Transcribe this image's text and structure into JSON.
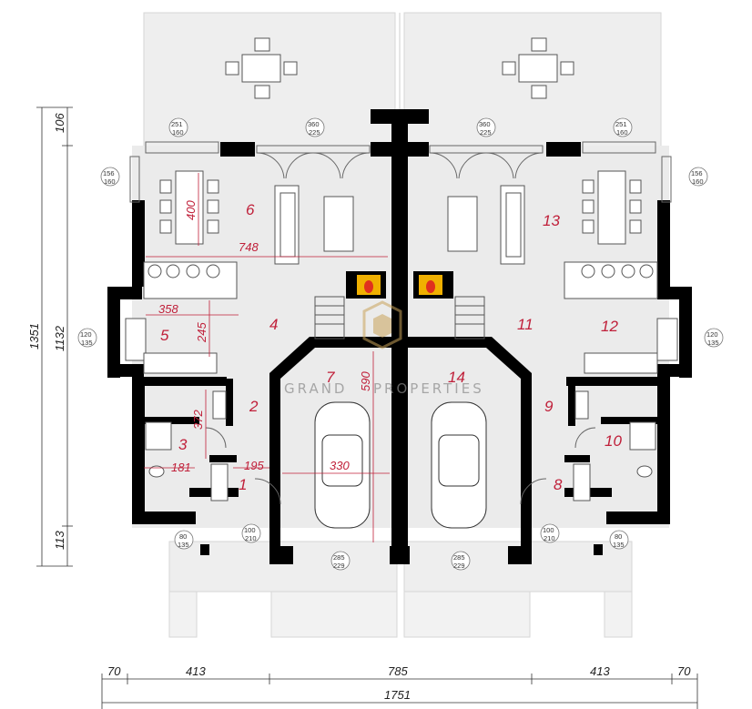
{
  "rooms": {
    "r1": "1",
    "r2": "2",
    "r3": "3",
    "r4": "4",
    "r5": "5",
    "r6": "6",
    "r7": "7",
    "r8": "8",
    "r9": "9",
    "r10": "10",
    "r11": "11",
    "r12": "12",
    "r13": "13",
    "r14": "14"
  },
  "interior_dims": {
    "d400": "400",
    "d748": "748",
    "d358": "358",
    "d245": "245",
    "d372": "372",
    "d181": "181",
    "d195": "195",
    "d330": "330",
    "d590": "590"
  },
  "opening_tags": {
    "t1_w": "251",
    "t1_h": "160",
    "t2_w": "360",
    "t2_h": "225",
    "t3_w": "360",
    "t3_h": "225",
    "t4_w": "251",
    "t4_h": "160",
    "t5_w": "156",
    "t5_h": "160",
    "t6_w": "156",
    "t6_h": "160",
    "t7_w": "120",
    "t7_h": "135",
    "t8_w": "120",
    "t8_h": "135",
    "t9_w": "100",
    "t9_h": "210",
    "t10_w": "100",
    "t10_h": "210",
    "t11_w": "80",
    "t11_h": "135",
    "t12_w": "80",
    "t12_h": "135",
    "t13_w": "285",
    "t13_h": "229",
    "t14_w": "285",
    "t14_h": "229"
  },
  "outer_dims": {
    "bottom_70a": "70",
    "bottom_413a": "413",
    "bottom_785": "785",
    "bottom_413b": "413",
    "bottom_70b": "70",
    "bottom_total": "1751",
    "left_106": "106",
    "left_1132": "1132",
    "left_113": "113",
    "left_total": "1351"
  },
  "watermark": {
    "text_left": "GRAND",
    "text_right": "PROPERTIES"
  },
  "colors": {
    "wall": "#000000",
    "floor": "#ebebeb",
    "dim_red": "#c0203a",
    "terrace": "#eeeeee"
  }
}
